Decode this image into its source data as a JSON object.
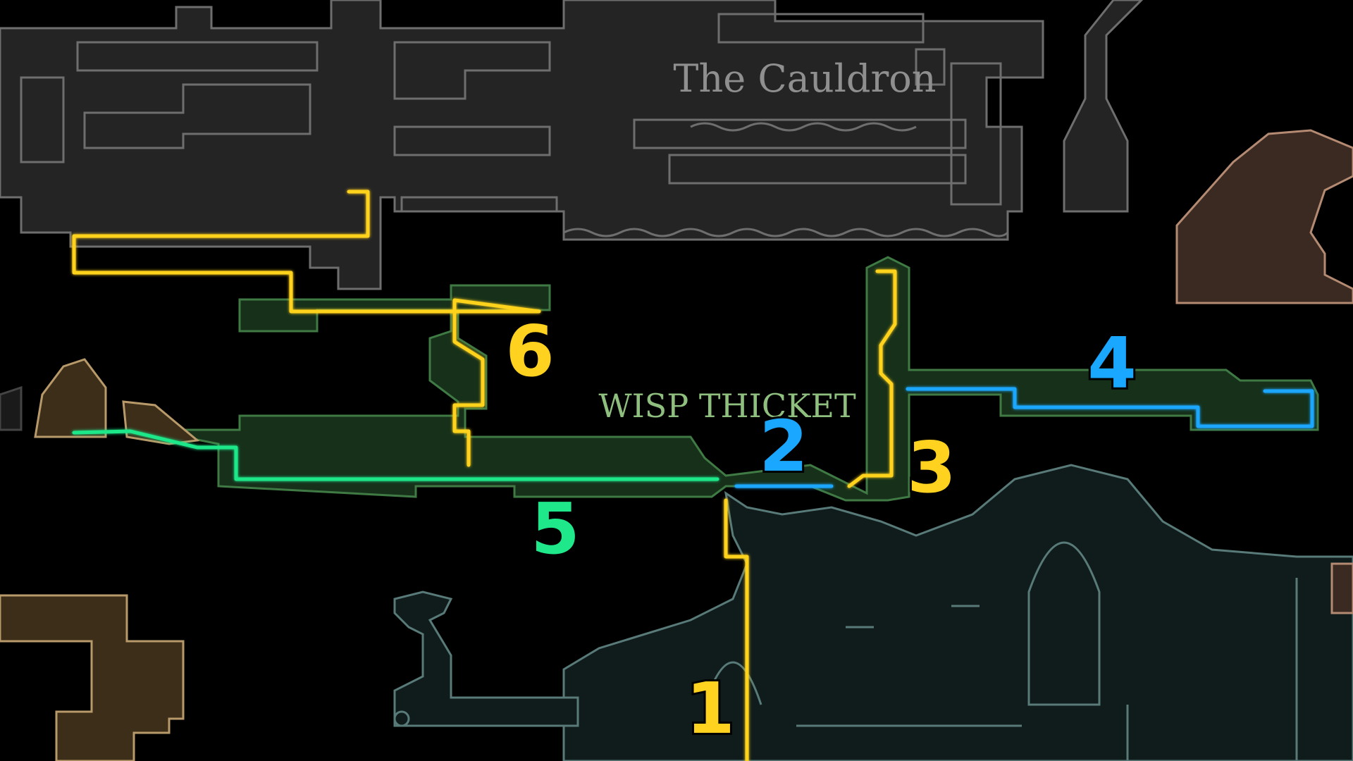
{
  "map": {
    "regions": [
      {
        "id": "cauldron",
        "label": "The Cauldron",
        "color": "#8f8f8f"
      },
      {
        "id": "wisp-thicket",
        "label": "WISP THICKET",
        "color": "#8fbf7f"
      }
    ],
    "routes": [
      {
        "id": "1",
        "label": "1",
        "color": "#ffd21f"
      },
      {
        "id": "2",
        "label": "2",
        "color": "#1aa7ff"
      },
      {
        "id": "3",
        "label": "3",
        "color": "#ffd21f"
      },
      {
        "id": "4",
        "label": "4",
        "color": "#1aa7ff"
      },
      {
        "id": "5",
        "label": "5",
        "color": "#1ee88a"
      },
      {
        "id": "6",
        "label": "6",
        "color": "#ffd21f"
      }
    ],
    "colors": {
      "background": "#000000",
      "cauldron_fill": "#242424",
      "cauldron_outline": "#6e6e6e",
      "thicket_fill": "#16301a",
      "thicket_outline": "#3f7a44",
      "teal_fill": "#101c1c",
      "teal_outline": "#587a78",
      "tan_fill": "#3d2e1a",
      "tan_outline": "#b89a6a",
      "brown_fill": "#3a2a22",
      "brown_outline": "#b48a72"
    }
  }
}
